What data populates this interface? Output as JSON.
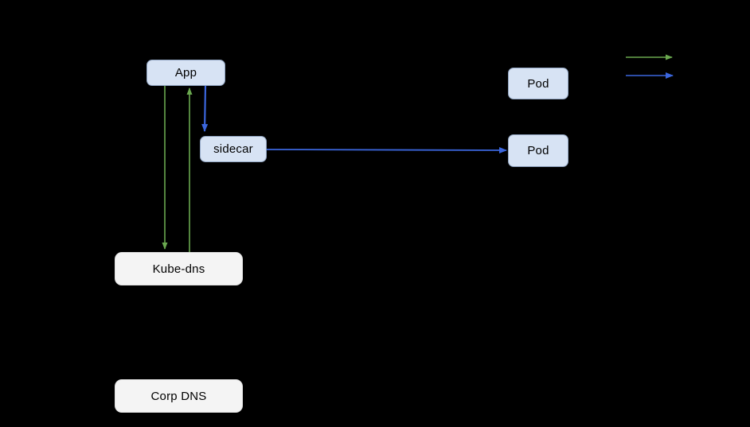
{
  "colors": {
    "canvas_bg": "#000000",
    "edge_green": "#6aa84f",
    "edge_blue": "#3b66dd",
    "node_blue_fill": "#d7e3f4",
    "node_blue_border": "#93a7c4",
    "node_white_fill": "#f4f4f4",
    "node_white_border": "#e2e2e2",
    "label_text": "#000000"
  },
  "diagram": {
    "nodes": [
      {
        "id": "app",
        "label": "App"
      },
      {
        "id": "sidecar",
        "label": "sidecar"
      },
      {
        "id": "pod1",
        "label": "Pod"
      },
      {
        "id": "pod2",
        "label": "Pod"
      },
      {
        "id": "kube-dns",
        "label": "Kube-dns"
      },
      {
        "id": "corp-dns",
        "label": "Corp DNS"
      }
    ],
    "edges": [
      {
        "from": "App",
        "to": "Kube-dns",
        "color": "green",
        "direction": "down"
      },
      {
        "from": "Kube-dns",
        "to": "App",
        "color": "green",
        "direction": "up"
      },
      {
        "from": "App",
        "to": "sidecar",
        "color": "blue",
        "direction": "down"
      },
      {
        "from": "sidecar",
        "to": "Pod",
        "color": "blue",
        "direction": "right"
      }
    ],
    "legend": {
      "items": [
        {
          "color": "green",
          "arrow": "right"
        },
        {
          "color": "blue",
          "arrow": "right"
        }
      ]
    }
  }
}
